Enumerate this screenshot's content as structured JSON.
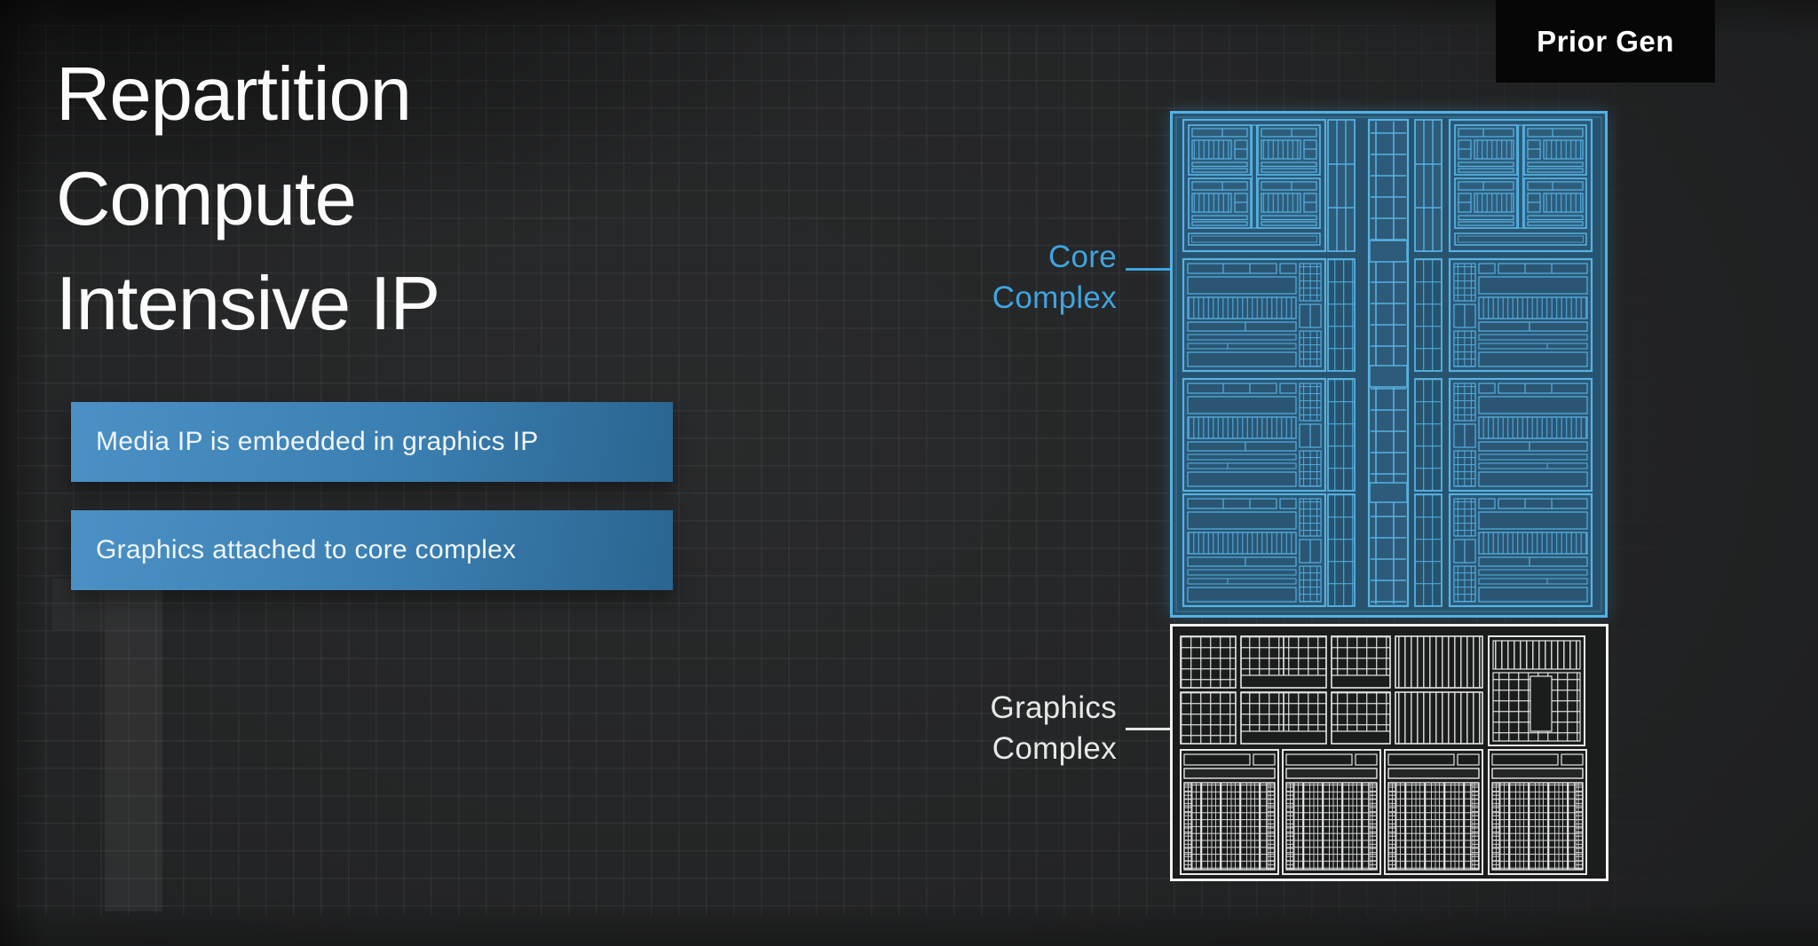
{
  "slide": {
    "badge": {
      "label": "Prior Gen"
    },
    "title": {
      "lines": [
        "Repartition",
        "Compute",
        "Intensive IP"
      ]
    },
    "callouts": [
      {
        "label": "Media IP is embedded in graphics IP"
      },
      {
        "label": "Graphics attached to core complex"
      }
    ],
    "die_labels": {
      "core": {
        "lines": [
          "Core",
          "Complex"
        ],
        "color": "#3fa4e1"
      },
      "graphics": {
        "lines": [
          "Graphics",
          "Complex"
        ],
        "color": "#e7e9e9"
      }
    },
    "watermark": {
      "glyph": "1"
    },
    "colors": {
      "background": "#232425",
      "badge_bg": "#060606",
      "badge_text": "#ffffff",
      "title_text": "#fbfbfb",
      "callout_gradient_start": "#4b91c5",
      "callout_gradient_end": "#2a6590",
      "callout_text": "#f0f6fb",
      "core_die_stroke": "#57b4e4",
      "core_die_fill": "#2a5674",
      "graphics_die_stroke": "#e8e8e8",
      "graphics_die_fill": "#1b1c1c",
      "grid_line": "rgba(235,242,246,0.055)"
    }
  }
}
